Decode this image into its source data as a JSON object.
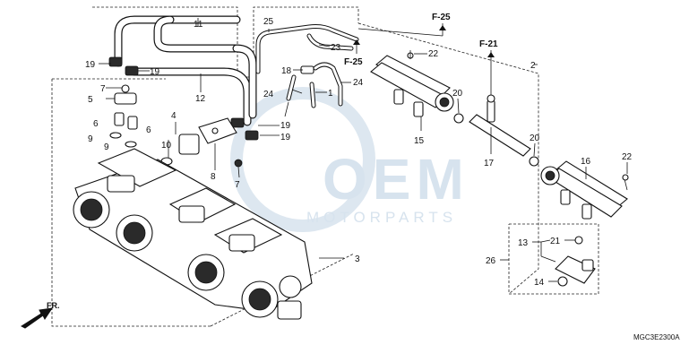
{
  "watermark": {
    "line1": "OEM",
    "line2": "MOTORPARTS"
  },
  "diagram_code": "MGC3E2300A",
  "direction_marker": "FR.",
  "callouts": {
    "p1": "1",
    "p2": "2",
    "p3": "3",
    "p4": "4",
    "p5": "5",
    "p6a": "6",
    "p6b": "6",
    "p7a": "7",
    "p7b": "7",
    "p8": "8",
    "p9a": "9",
    "p9b": "9",
    "p10": "10",
    "p11": "11",
    "p12": "12",
    "p13": "13",
    "p14": "14",
    "p15": "15",
    "p16": "16",
    "p17": "17",
    "p18": "18",
    "p19a": "19",
    "p19b": "19",
    "p19c": "19",
    "p19d": "19",
    "p20a": "20",
    "p20b": "20",
    "p21": "21",
    "p22a": "22",
    "p22b": "22",
    "p23": "23",
    "p24a": "24",
    "p24b": "24",
    "p25": "25",
    "p26": "26"
  },
  "references": {
    "f25a": "F-25",
    "f25b": "F-25",
    "f21": "F-21"
  }
}
